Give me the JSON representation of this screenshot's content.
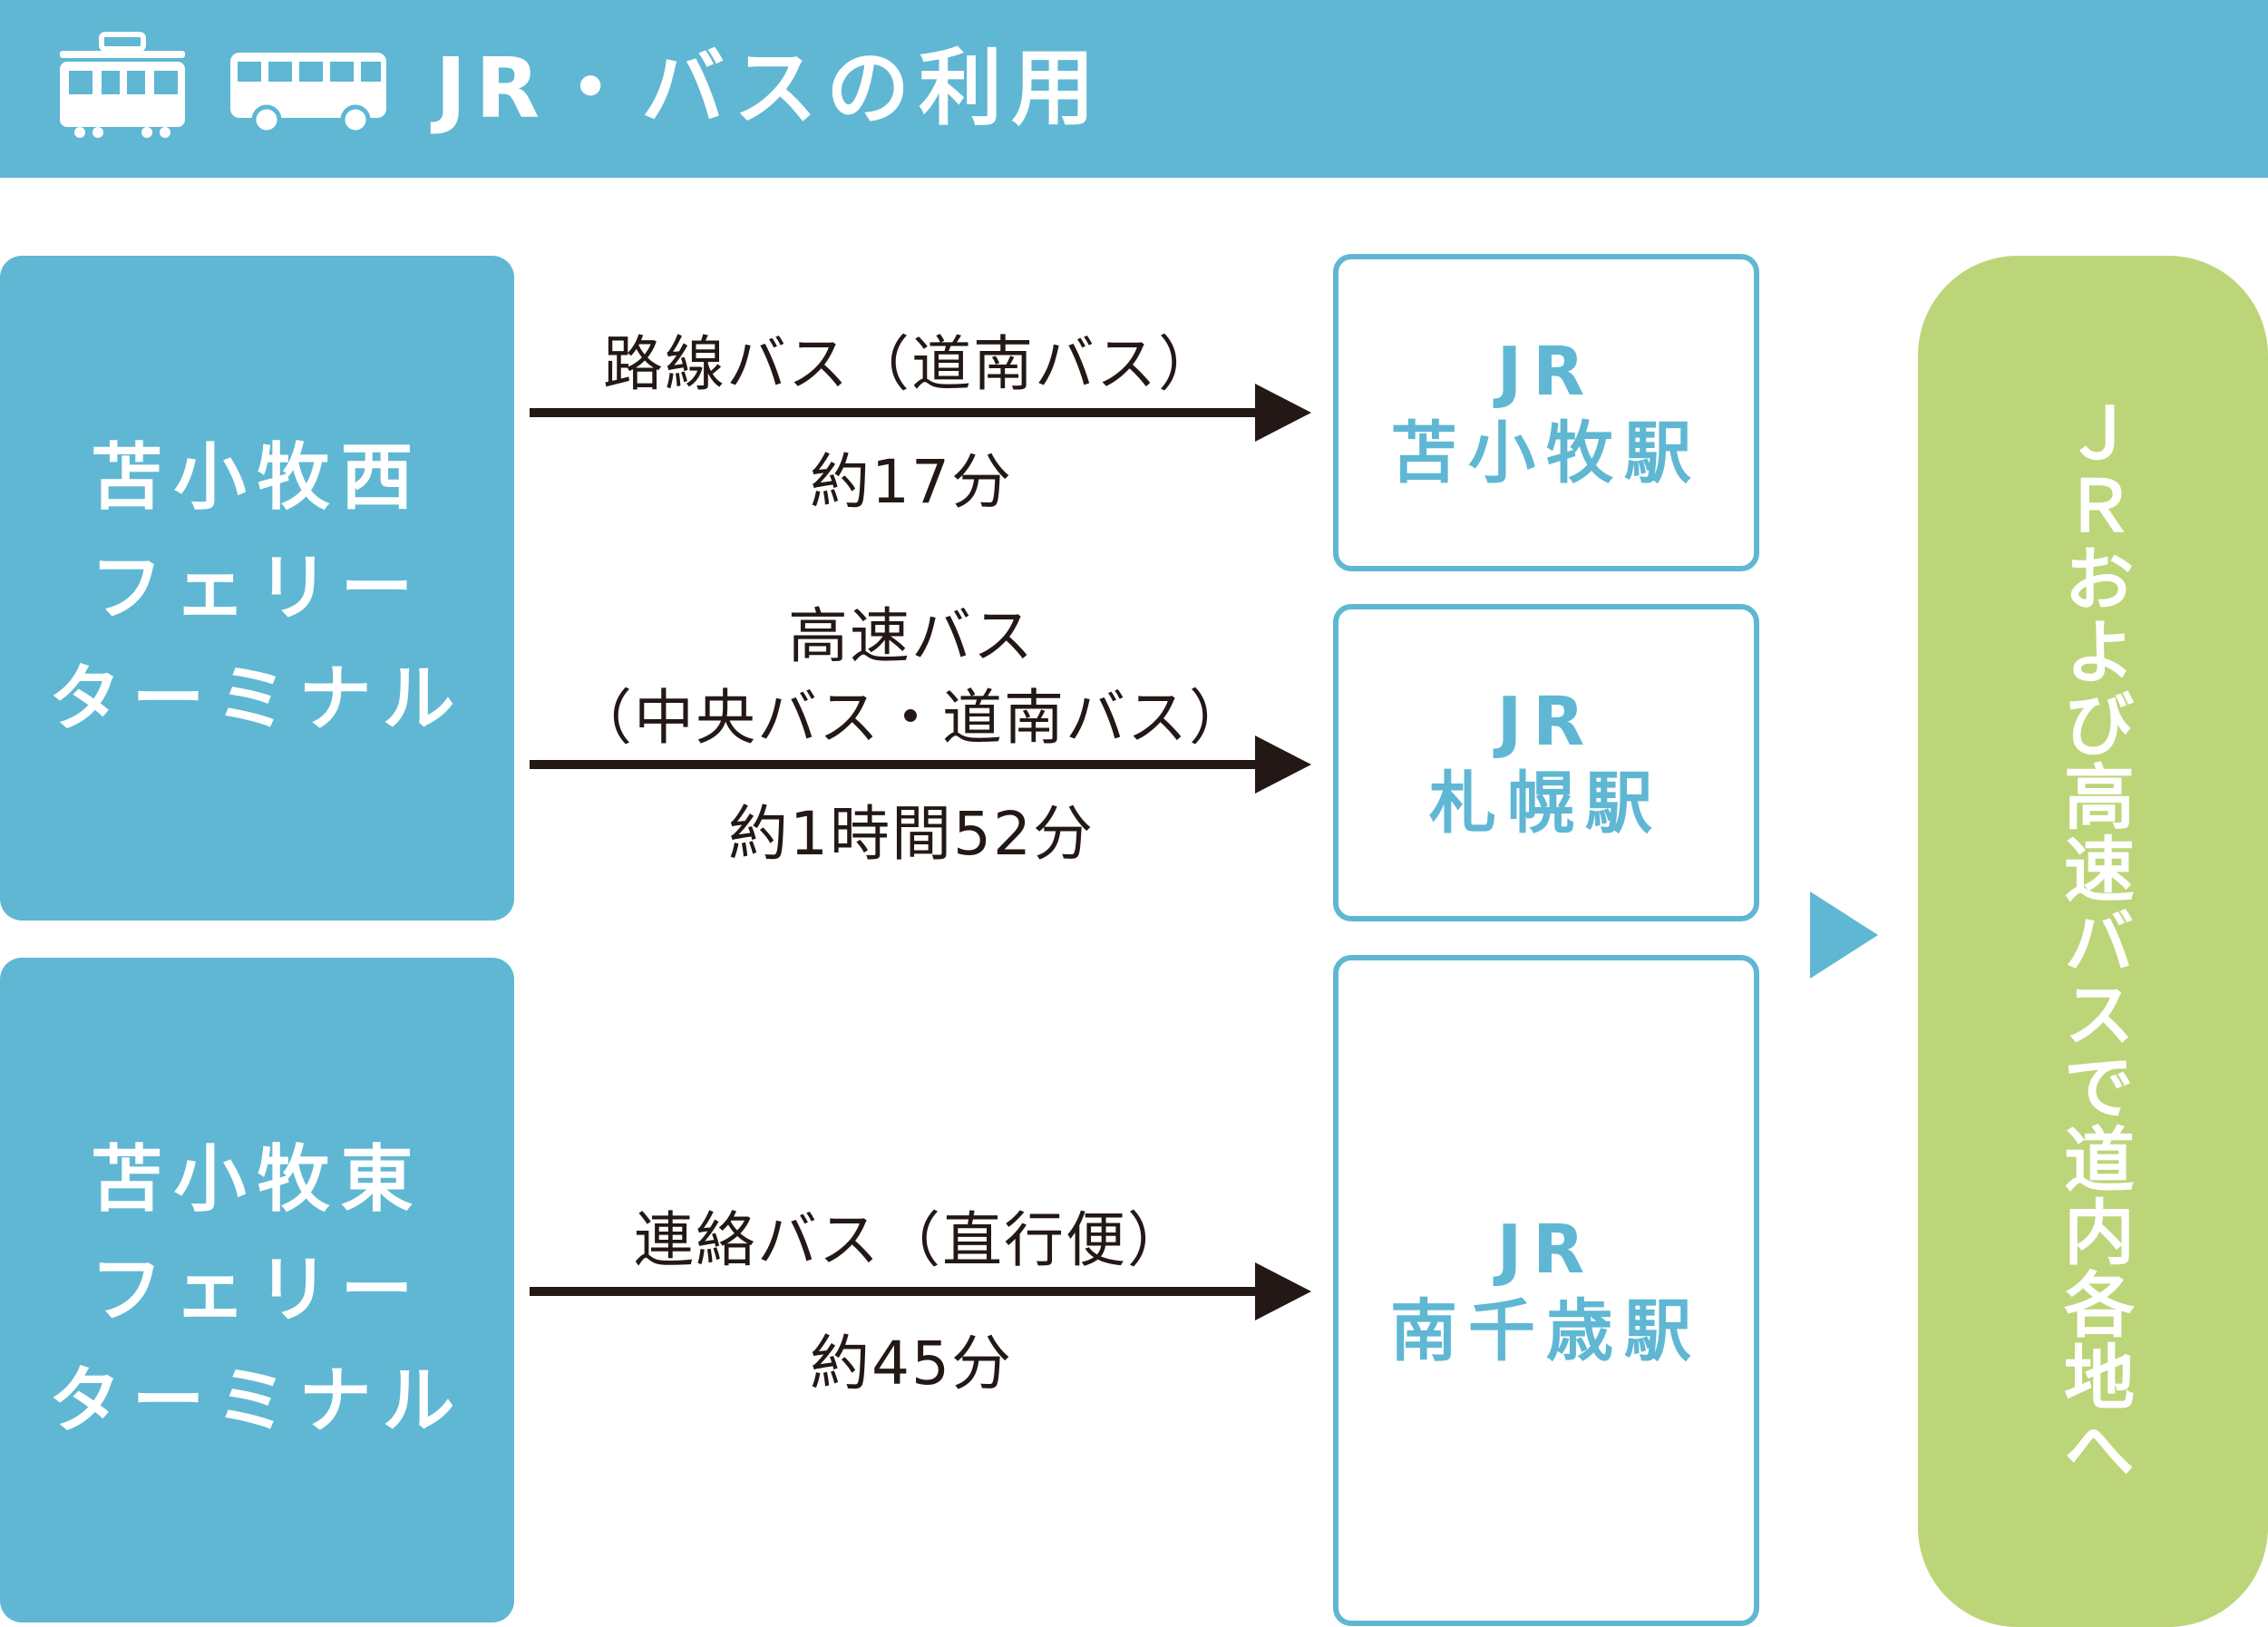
{
  "header": {
    "title": "JR・バスの利用",
    "icons": [
      "train-icon",
      "bus-icon"
    ],
    "background_color": "#5fb7d3"
  },
  "origins": [
    {
      "lines": [
        "苫小牧西",
        "フェリー",
        "ターミナル"
      ]
    },
    {
      "lines": [
        "苫小牧東",
        "フェリー",
        "ターミナル"
      ]
    }
  ],
  "routes": [
    {
      "lines": [
        "路線バス（道南バス）"
      ],
      "time": "約17分"
    },
    {
      "lines": [
        "高速バス",
        "（中央バス・道南バス）"
      ],
      "time": "約1時間52分"
    },
    {
      "lines": [
        "連絡バス（直行便）"
      ],
      "time": "約45分"
    }
  ],
  "stations": [
    {
      "lines": [
        "JR",
        "苫小牧駅"
      ]
    },
    {
      "lines": [
        "JR",
        "札幌駅"
      ]
    },
    {
      "lines": [
        "JR",
        "南千歳駅"
      ]
    }
  ],
  "destination": {
    "text": "ＪＲおよび高速バスで道内各地へ"
  },
  "colors": {
    "accent_blue": "#5fb7d3",
    "destination_green": "#bcd578",
    "arrow_dark": "#231815",
    "text_dark": "#231815"
  }
}
